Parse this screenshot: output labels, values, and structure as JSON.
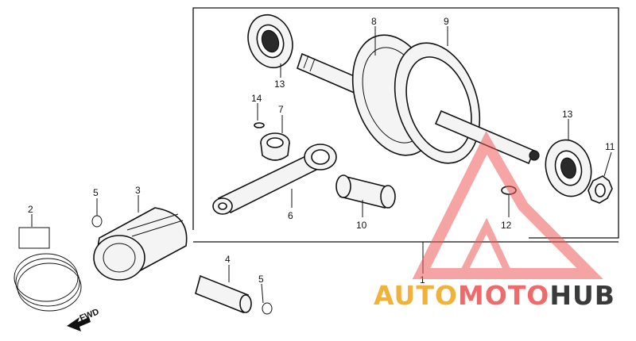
{
  "diagram": {
    "callouts": [
      {
        "id": "c1",
        "label": "1"
      },
      {
        "id": "c2",
        "label": "2"
      },
      {
        "id": "c3",
        "label": "3"
      },
      {
        "id": "c4",
        "label": "4"
      },
      {
        "id": "c5a",
        "label": "5"
      },
      {
        "id": "c5b",
        "label": "5"
      },
      {
        "id": "c6",
        "label": "6"
      },
      {
        "id": "c7",
        "label": "7"
      },
      {
        "id": "c8",
        "label": "8"
      },
      {
        "id": "c9",
        "label": "9"
      },
      {
        "id": "c10",
        "label": "10"
      },
      {
        "id": "c11",
        "label": "11"
      },
      {
        "id": "c12",
        "label": "12"
      },
      {
        "id": "c13a",
        "label": "13"
      },
      {
        "id": "c13b",
        "label": "13"
      },
      {
        "id": "c14",
        "label": "14"
      }
    ],
    "direction_label": "FWD"
  },
  "watermark": {
    "part1": "AUTO",
    "part2": "MOTO",
    "part3": "HUB",
    "colors": {
      "auto": "#f2b23a",
      "moto": "#ef6a6a",
      "hub": "#3a3a3a",
      "triangle": "#ee5a5a"
    }
  }
}
